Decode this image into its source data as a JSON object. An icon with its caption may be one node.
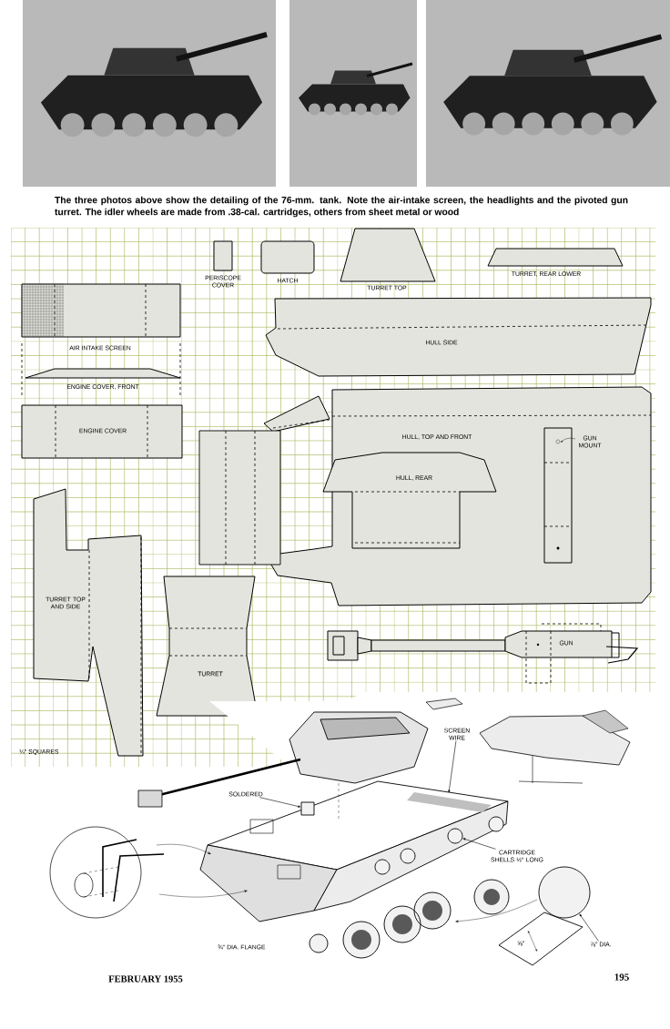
{
  "diagram": {
    "caption": "The three photos above show the detailing of the 76-mm. tank. Note the air-intake screen, the headlights and the pivoted gun turret. The idler wheels are made from .38-cal. cartridges, others from sheet metal or wood",
    "nodes": [
      {
        "text": [],
        "shape": "picture"
      },
      {
        "text": [],
        "shape": "picture"
      },
      {
        "text": [],
        "shape": "picture"
      },
      {
        "text": [
          "PERISCOPE COVER"
        ]
      },
      {
        "text": [
          "HATCH"
        ]
      },
      {
        "text": [
          "TURRET TOP"
        ]
      },
      {
        "text": [
          "TURRET, REAR LOWER"
        ]
      },
      {
        "text": [
          "AIR INTAKE SCREEN"
        ]
      },
      {
        "text": [
          "HULL SIDE"
        ]
      },
      {
        "text": [
          "ENGINE COVER, FRONT"
        ]
      },
      {
        "text": [
          "ENGINE COVER"
        ]
      },
      {
        "text": [],
        "shape": "box"
      },
      {
        "text": [
          "HULL, TOP AND FRONT"
        ]
      },
      {
        "text": [
          "HULL, REAR"
        ],
        "in": 12
      },
      {
        "text": [
          "GUN MOUNT"
        ],
        "in": 12
      },
      {
        "text": [
          "TURRET TOP AND SIDE"
        ]
      },
      {
        "text": [
          "TURRET"
        ]
      },
      {
        "text": [
          "GUN"
        ]
      },
      {
        "text": [],
        "shape": "picture"
      },
      {
        "text": [
          "SCREEN WIRE"
        ],
        "in": 18
      },
      {
        "text": [
          "SOLDERED"
        ],
        "in": 18
      },
      {
        "text": [
          "CARTRIDGE SHELLS ½″ LONG"
        ],
        "in": 18
      },
      {
        "text": [
          "⅞″ DIA."
        ],
        "in": 18
      },
      {
        "text": [],
        "shape": "picture",
        "in": 18
      },
      {
        "text": [],
        "shape": "box",
        "in": 18
      },
      {
        "text": [],
        "shape": "circle",
        "in": 18
      },
      {
        "text": [],
        "shape": "circle",
        "in": 18
      }
    ],
    "edges": [
      {
        "from": 19,
        "to": 23,
        "arrow": "to"
      },
      {
        "from": 20,
        "to": 24,
        "arrow": "to"
      },
      {
        "from": 21,
        "to": 25,
        "arrow": "to"
      },
      {
        "from": 22,
        "to": 26,
        "arrow": "to"
      }
    ],
    "labels": [
      "¼″ SQUARES",
      "¾″ DIA. FLANGE",
      "⅝″",
      "FEBRUARY 1955",
      "195"
    ]
  }
}
